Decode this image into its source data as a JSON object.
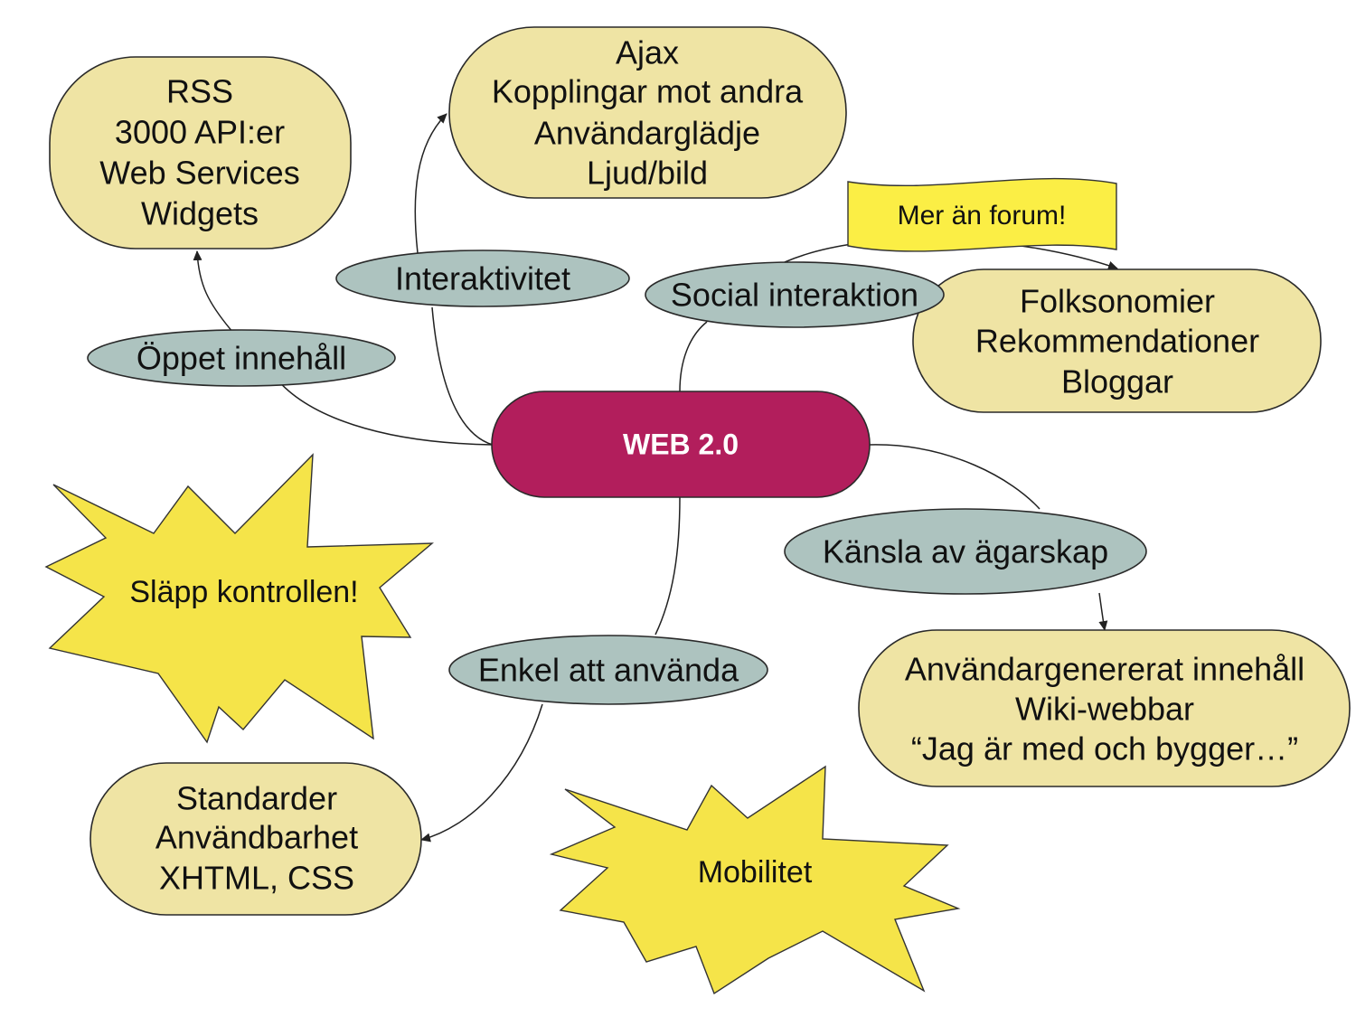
{
  "center": {
    "label": "WEB 2.0"
  },
  "branches": {
    "open_content": "Öppet innehåll",
    "interactivity": "Interaktivitet",
    "social_interaction": "Social interaktion",
    "ownership": "Känsla av ägarskap",
    "ease_of_use": "Enkel att använda"
  },
  "boxes": {
    "open_content": [
      "RSS",
      "3000 API:er",
      "Web Services",
      "Widgets"
    ],
    "interactivity": [
      "Ajax",
      "Kopplingar mot andra",
      "Användarglädje",
      "Ljud/bild"
    ],
    "social_interaction": [
      "Folksonomier",
      "Rekommendationer",
      "Bloggar"
    ],
    "ownership": [
      "Användargenererat innehåll",
      "Wiki-webbar",
      "“Jag är med och bygger…”"
    ],
    "ease_of_use": [
      "Standarder",
      "Användbarhet",
      "XHTML, CSS"
    ]
  },
  "callouts": {
    "forum_flag": "Mer än forum!",
    "release_control": "Släpp kontrollen!",
    "mobility": "Mobilitet"
  },
  "colors": {
    "center": "#b21e5c",
    "branch": "#adc3bf",
    "box": "#efe4a4",
    "burst": "#f5e449",
    "flag": "#fbee45"
  }
}
